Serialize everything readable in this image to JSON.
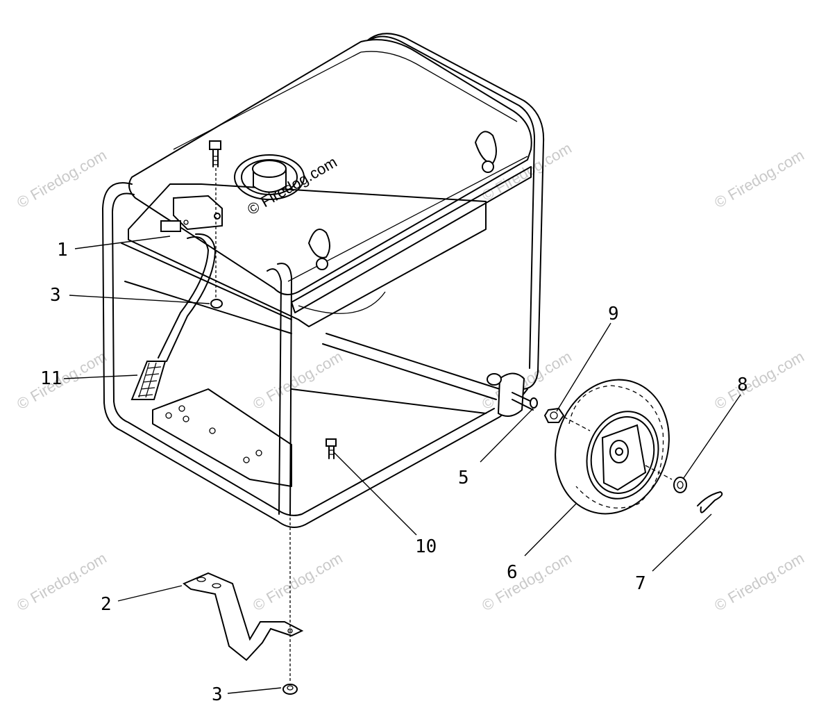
{
  "labels": {
    "callout_1": "1",
    "callout_2": "2",
    "callout_3_top": "3",
    "callout_3_bottom": "3",
    "callout_5": "5",
    "callout_6": "6",
    "callout_7": "7",
    "callout_8": "8",
    "callout_9": "9",
    "callout_10": "10",
    "callout_11": "11"
  },
  "watermark": {
    "text": "© Firedog.com",
    "color": "#c9c9c9"
  }
}
